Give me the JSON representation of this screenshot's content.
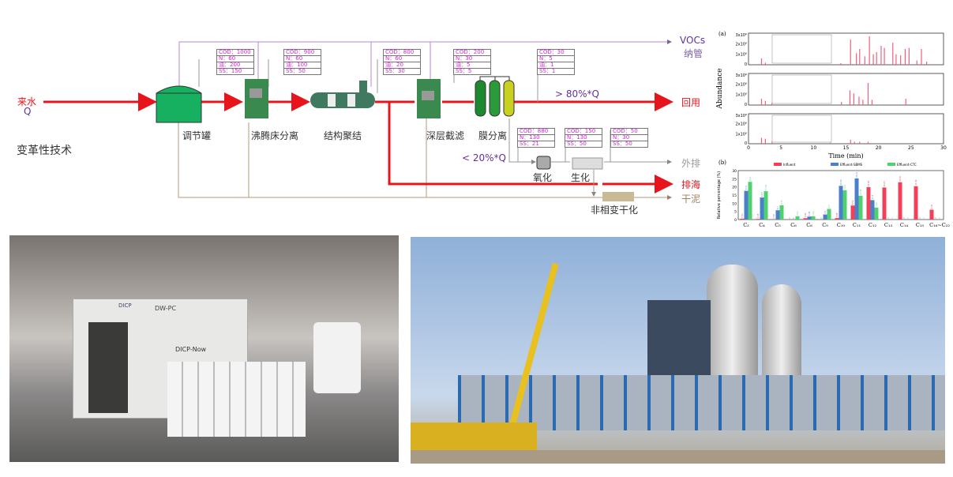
{
  "diagram": {
    "title": "变革性技术",
    "inlet": {
      "label": "来水",
      "flow": "Q"
    },
    "units": [
      "调节罐",
      "沸腾床分离",
      "结构聚结",
      "深层截滤",
      "膜分离",
      "氧化",
      "生化",
      "非相变干化"
    ],
    "outlets": {
      "vocs": "VOCs",
      "vocs_sub": "纳管",
      "reuse": "回用",
      "discharge": "外排",
      "sea": "排海",
      "sludge": "干泥"
    },
    "reuse_ratio": "> 80%*Q",
    "side_ratio": "< 20%*Q",
    "top_boxes": [
      [
        "COD：1000",
        "N：60",
        "油：200",
        "SS：150"
      ],
      [
        "COD：900",
        "N：60",
        "油：100",
        "SS：50"
      ],
      [
        "COD：800",
        "N：60",
        "油：20",
        "SS：30"
      ],
      [
        "COD：200",
        "N：30",
        "油：5",
        "SS：5"
      ],
      [
        "COD：30",
        "N：5",
        "油：1",
        "SS：1"
      ]
    ],
    "bottom_boxes": [
      [
        "COD：880",
        "N：130",
        "SS：21"
      ],
      [
        "COD：150",
        "N：130",
        "SS：50"
      ],
      [
        "COD：50",
        "N：30",
        "SS：50"
      ]
    ],
    "colors": {
      "main": "#e8141c",
      "vocs": "#b58ad0",
      "sludge": "#b59a7a",
      "tank": "#16b060"
    }
  },
  "chart_data": [
    {
      "type": "line",
      "panel_label": "(a)",
      "title": "",
      "xlabel": "Time (min)",
      "ylabel": "Abundance",
      "xlim": [
        0,
        30
      ],
      "ylim": [
        0,
        3000000
      ],
      "xticks": [
        "0",
        "5",
        "10",
        "15",
        "20",
        "25",
        "30"
      ],
      "yticks": [
        "0",
        "1x10⁶",
        "2x10⁶",
        "3x10⁶"
      ],
      "series": [
        {
          "name": "Influent",
          "peaks": [
            [
              2.0,
              0.6
            ],
            [
              2.6,
              0.2
            ],
            [
              14.2,
              0.15
            ],
            [
              15.7,
              2.4
            ],
            [
              16.6,
              1.1
            ],
            [
              17.1,
              1.5
            ],
            [
              17.9,
              0.8
            ],
            [
              18.6,
              2.7
            ],
            [
              19.2,
              1.0
            ],
            [
              19.7,
              1.2
            ],
            [
              20.4,
              1.8
            ],
            [
              20.9,
              1.6
            ],
            [
              22.2,
              2.1
            ],
            [
              22.7,
              1.0
            ],
            [
              23.4,
              0.9
            ],
            [
              24.1,
              1.5
            ],
            [
              24.7,
              1.6
            ],
            [
              25.9,
              0.4
            ],
            [
              26.6,
              1.5
            ],
            [
              27.4,
              0.3
            ]
          ]
        },
        {
          "name": "Effluent-SBMS",
          "peaks": [
            [
              2.0,
              0.6
            ],
            [
              2.6,
              0.4
            ],
            [
              3.6,
              0.2
            ],
            [
              14.3,
              0.3
            ],
            [
              15.6,
              1.4
            ],
            [
              16.2,
              1.1
            ],
            [
              17.0,
              0.8
            ],
            [
              17.6,
              0.5
            ],
            [
              18.4,
              2.1
            ],
            [
              19.0,
              0.5
            ],
            [
              24.2,
              0.6
            ]
          ]
        },
        {
          "name": "Effluent-CTC",
          "peaks": [
            [
              2.0,
              0.6
            ],
            [
              2.6,
              0.5
            ],
            [
              3.6,
              0.2
            ],
            [
              12.6,
              0.1
            ],
            [
              15.7,
              0.4
            ],
            [
              16.3,
              0.2
            ],
            [
              17.1,
              0.2
            ],
            [
              18.4,
              0.2
            ]
          ]
        }
      ]
    },
    {
      "type": "bar",
      "panel_label": "(b)",
      "ylabel": "Relative percentage (%)",
      "ylim": [
        0,
        30
      ],
      "yticks": [
        "0",
        "5",
        "10",
        "15",
        "20",
        "25",
        "30"
      ],
      "categories": [
        "C₃",
        "C₄",
        "C₅",
        "C₆",
        "C₈",
        "C₉",
        "C₁₀",
        "C₁₁",
        "C₁₂",
        "C₁₃",
        "C₁₄",
        "C₁₅",
        "C₁₆~C₂₂"
      ],
      "series": [
        {
          "name": "Influent",
          "color": "#f0405a",
          "values": [
            0.54,
            0.38,
            0.08,
            0,
            0.83,
            0,
            0.88,
            8.59,
            19.85,
            19.63,
            22.87,
            20.39,
            6.05
          ]
        },
        {
          "name": "Effluent-SBMS",
          "color": "#4a80c8",
          "values": [
            17.6,
            13.5,
            5.7,
            0,
            1.85,
            3.1,
            20.66,
            25.22,
            11.9,
            0,
            0,
            0,
            0
          ]
        },
        {
          "name": "Effluent-CTC",
          "color": "#50d070",
          "values": [
            23.1,
            17.36,
            8.74,
            2.04,
            2.02,
            6.5,
            17.9,
            14.58,
            7.32,
            0,
            0,
            0,
            0
          ]
        }
      ],
      "legend": "top-right"
    }
  ],
  "photos": {
    "left_sign": "DICP",
    "left_model": "DW-PC",
    "left_brand": "DICP-Now"
  }
}
